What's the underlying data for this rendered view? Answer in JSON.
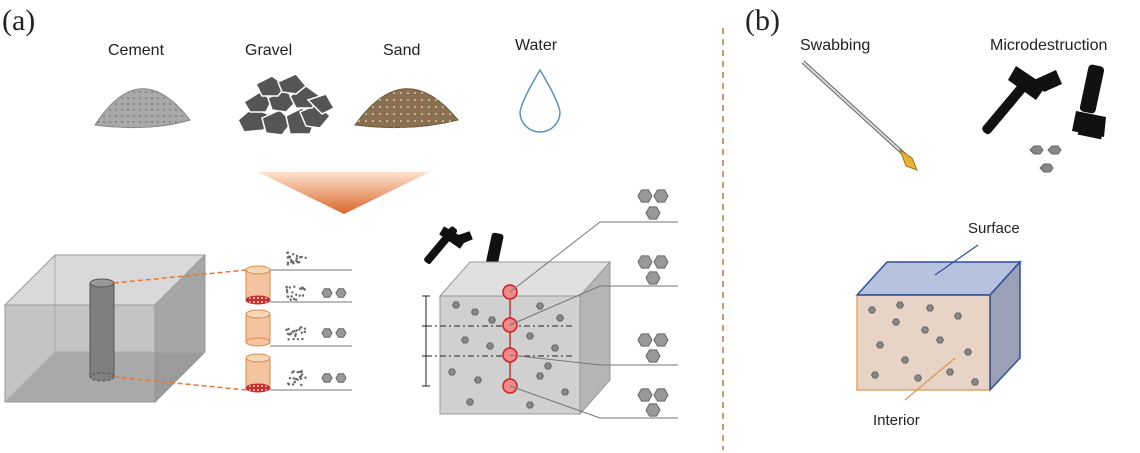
{
  "panels": {
    "a": {
      "label": "(a)"
    },
    "b": {
      "label": "(b)"
    }
  },
  "materials": {
    "cement": "Cement",
    "gravel": "Gravel",
    "sand": "Sand",
    "water": "Water"
  },
  "methods": {
    "swabbing": "Swabbing",
    "microdestruction": "Microdestruction"
  },
  "block_labels": {
    "surface": "Surface",
    "interior": "Interior"
  },
  "colors": {
    "cement": "#a9a9a9",
    "sand": "#8a7050",
    "water_outline": "#5b8fbf",
    "funnel": "#e0783c",
    "core": "#f3c49f",
    "core_outline": "#d98a4a",
    "sample_point": "#e05a5a",
    "divider": "#b07d4a",
    "surface_blue": "#2e4f9a",
    "interior_orange": "#e0944a"
  }
}
